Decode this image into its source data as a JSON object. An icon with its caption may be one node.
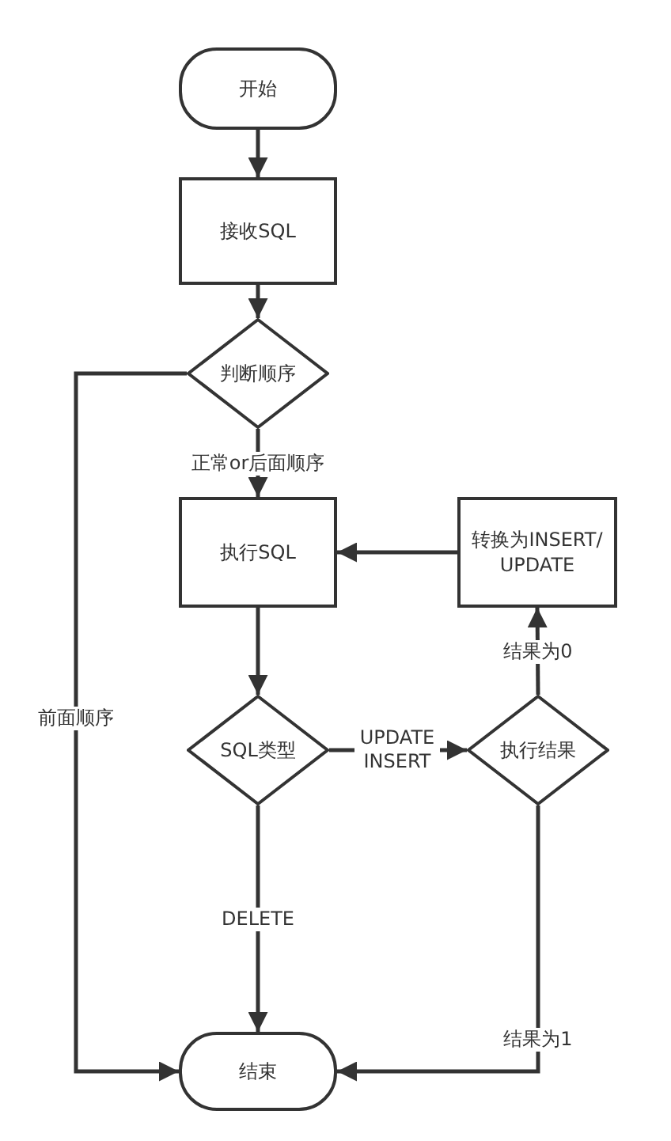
{
  "diagram": {
    "nodes": [
      {
        "text": [
          "开始"
        ]
      },
      {
        "text": [
          "接收SQL"
        ]
      },
      {
        "text": [
          "判断顺序"
        ]
      },
      {
        "text": [
          "执行SQL"
        ]
      },
      {
        "text": [
          "转换为INSERT/UPDATE"
        ]
      },
      {
        "text": [
          "SQL类型"
        ]
      },
      {
        "text": [
          "执行结果"
        ]
      },
      {
        "text": [
          "结束"
        ]
      }
    ],
    "edges": [
      {
        "from": 0,
        "to": 1,
        "arrow": "to"
      },
      {
        "from": 1,
        "to": 2,
        "arrow": "to"
      },
      {
        "from": 2,
        "to": 3,
        "arrow": "to",
        "label": "正常or后面顺序"
      },
      {
        "from": 2,
        "to": 7,
        "arrow": "to",
        "label": "前面顺序"
      },
      {
        "from": 3,
        "to": 5,
        "arrow": "to"
      },
      {
        "from": 5,
        "to": 6,
        "arrow": "to",
        "label": "UPDATE INSERT"
      },
      {
        "from": 6,
        "to": 4,
        "arrow": "to",
        "label": "结果为0"
      },
      {
        "from": 4,
        "to": 3,
        "arrow": "to"
      },
      {
        "from": 5,
        "to": 7,
        "arrow": "to",
        "label": "DELETE"
      },
      {
        "from": 6,
        "to": 7,
        "arrow": "to",
        "label": "结果为1"
      }
    ]
  }
}
